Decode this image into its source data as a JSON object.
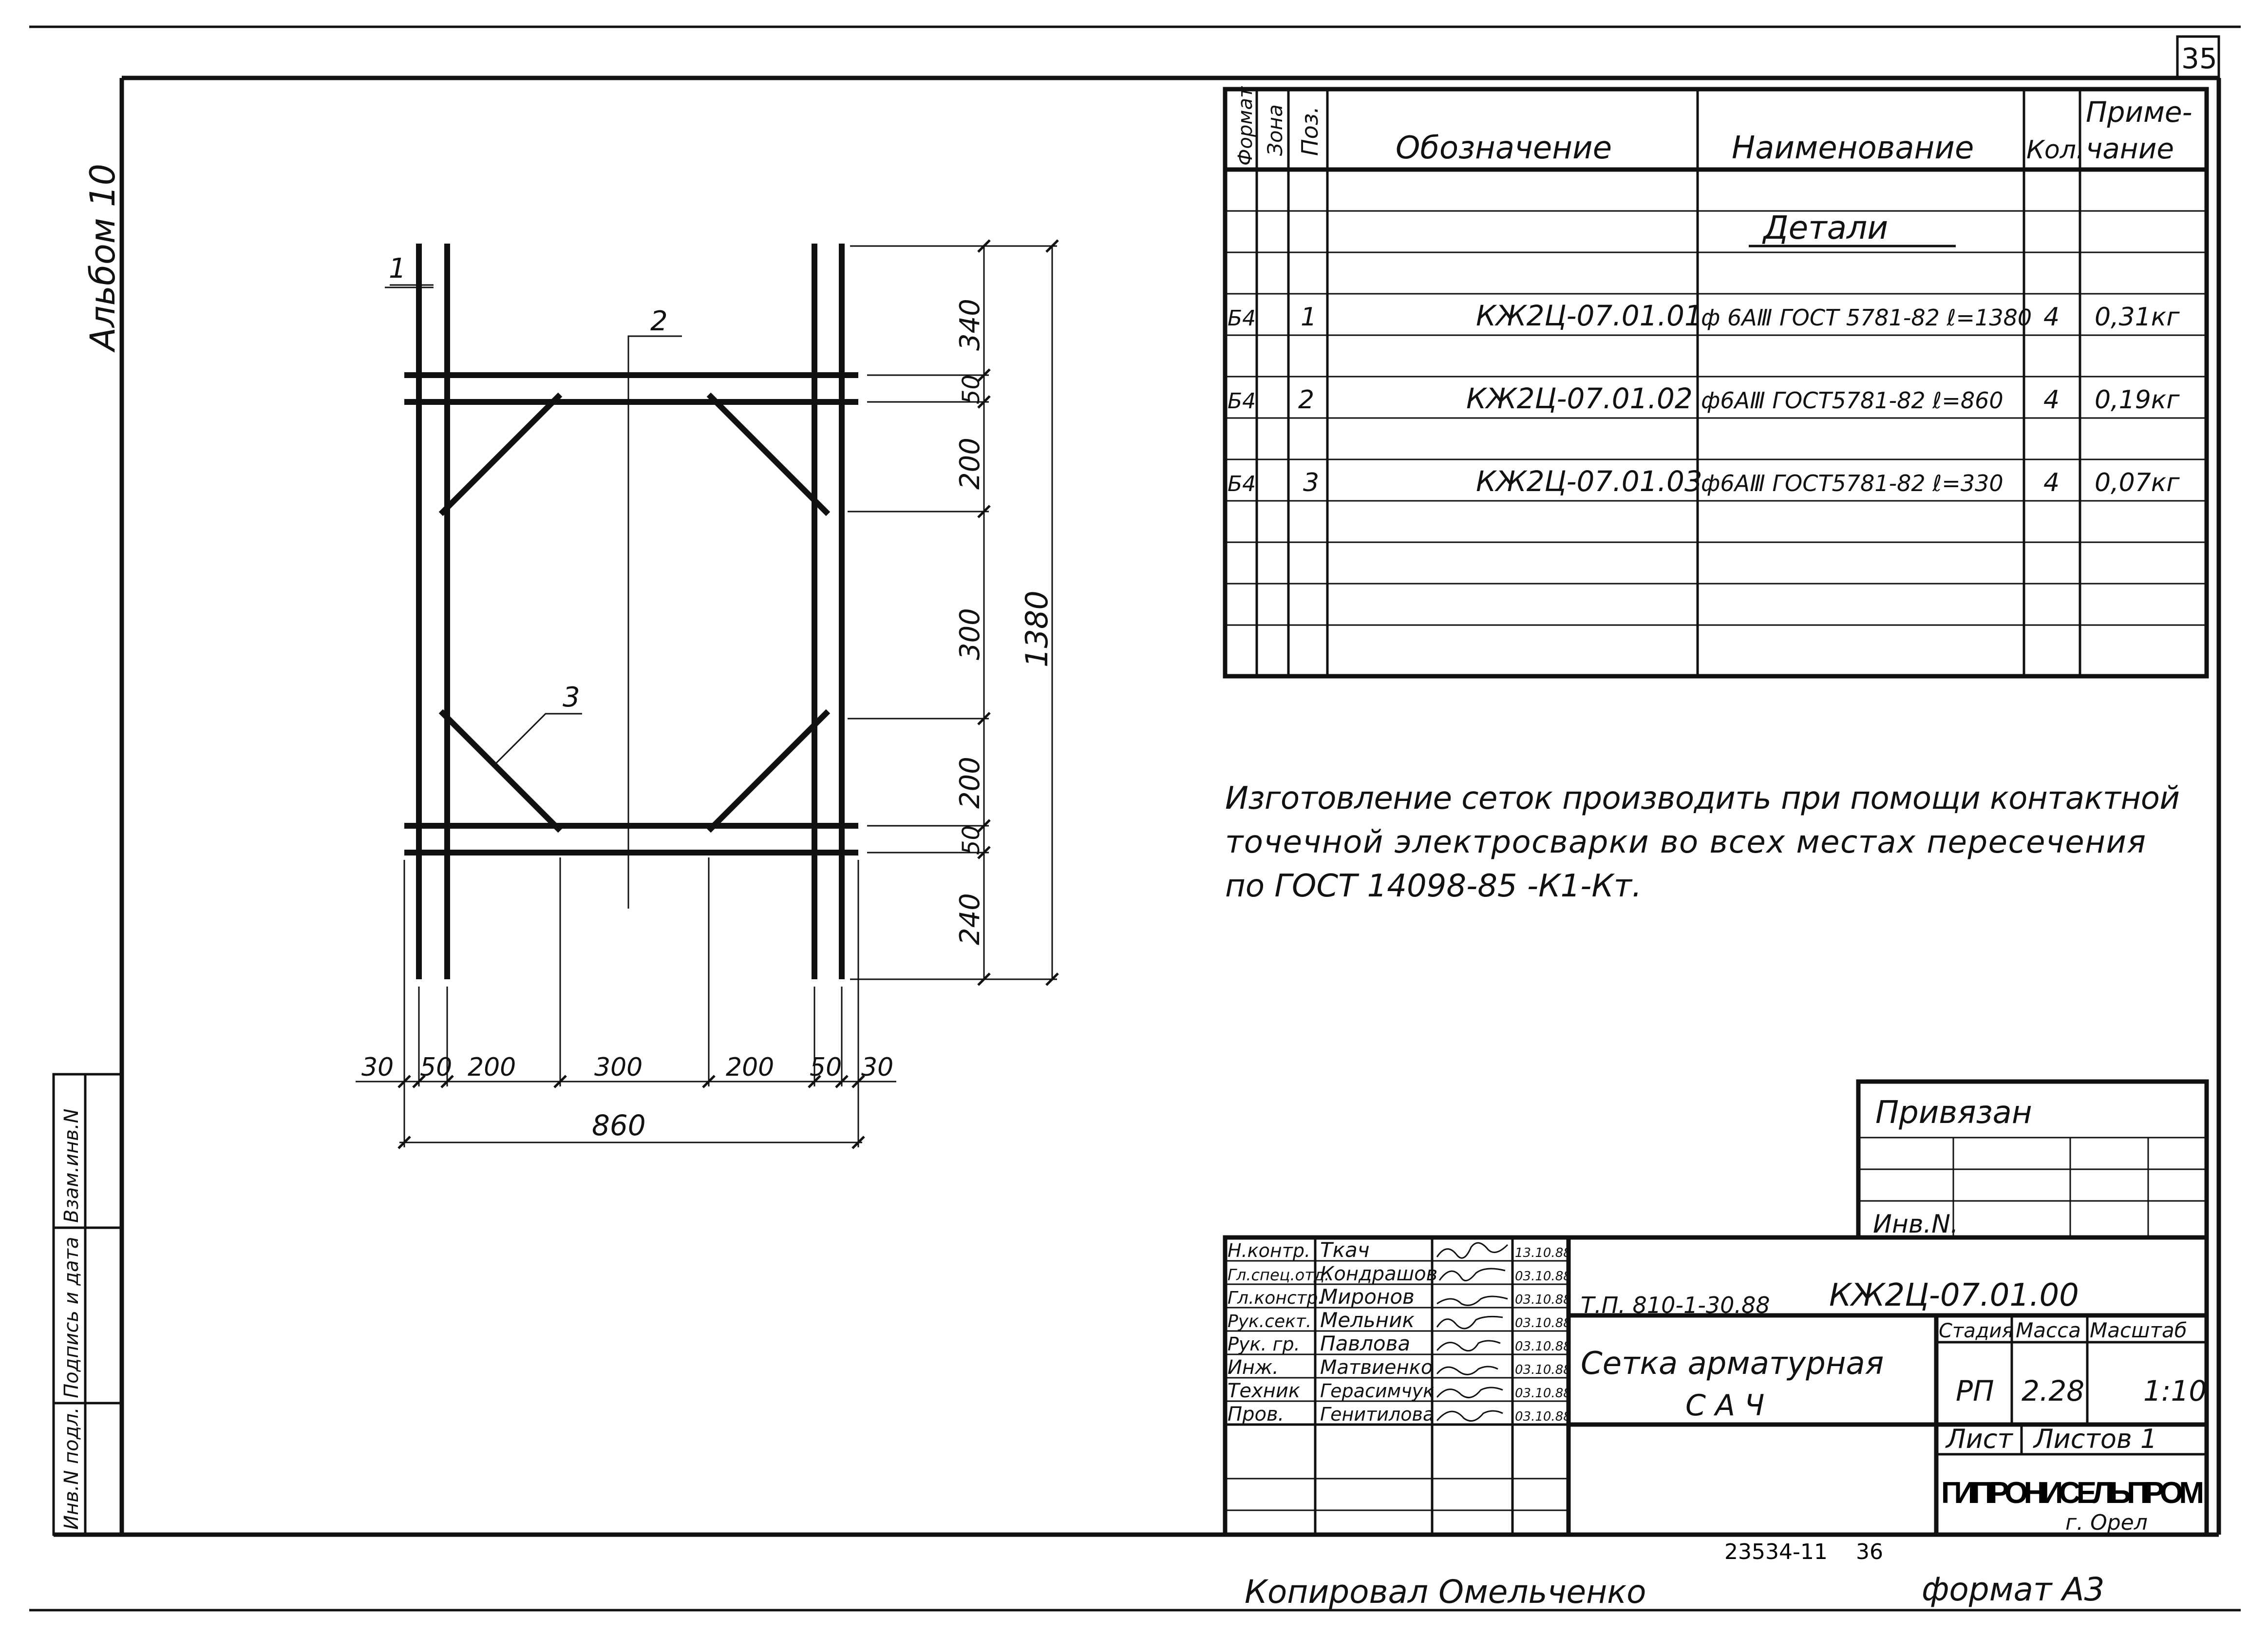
{
  "sheet": {
    "page_number": "35",
    "album": "Альбом 10",
    "copied_by": "Копировал  Омельченко",
    "format": "формат А3",
    "doc_ref": "23534-11",
    "doc_ref_num": "36"
  },
  "left_stamp": {
    "inv_podl": "Инв.N подл.",
    "podpis": "Подпись и дата",
    "vzam": "Взам.инв.N"
  },
  "spec_table": {
    "headers": {
      "format": "Формат",
      "zone": "Зона",
      "pos": "Поз.",
      "designation": "Обозначение",
      "name": "Наименование",
      "qty": "Кол.",
      "note": "Приме-\nчание",
      "note_l1": "Приме-",
      "note_l2": "чание"
    },
    "section_title": "Детали",
    "rows": [
      {
        "format": "Б4",
        "pos": "1",
        "designation": "КЖ2Ц-07.01.01",
        "name": "ф 6АⅢ ГОСТ 5781-82 ℓ=1380",
        "qty": "4",
        "note": "0,31кг"
      },
      {
        "format": "Б4",
        "pos": "2",
        "designation": "КЖ2Ц-07.01.02",
        "name": "ф6АⅢ ГОСТ5781-82 ℓ=860",
        "qty": "4",
        "note": "0,19кг"
      },
      {
        "format": "Б4",
        "pos": "3",
        "designation": "КЖ2Ц-07.01.03",
        "name": "ф6АⅢ ГОСТ5781-82 ℓ=330",
        "qty": "4",
        "note": "0,07кг"
      }
    ]
  },
  "note_text": {
    "line1": "Изготовление сеток производить при помощи контактной",
    "line2": "точечной электросварки во всех местах пересечения",
    "line3": "по ГОСТ 14098-85 -К1-Кт."
  },
  "drawing": {
    "callouts": [
      "1",
      "2",
      "3"
    ],
    "dims_vertical": [
      "340",
      "50",
      "200",
      "300",
      "200",
      "50",
      "240"
    ],
    "dim_total_vertical": "1380",
    "dims_horizontal": [
      "30",
      "50",
      "200",
      "300",
      "200",
      "50",
      "30"
    ],
    "dim_total_horizontal": "860"
  },
  "privyazan": {
    "title": "Привязан",
    "inv": "Инв.N."
  },
  "title_block": {
    "signatures": [
      {
        "role": "Н.контр.",
        "name": "Ткач",
        "date": "13.10.88"
      },
      {
        "role": "Гл.спец.отд.",
        "name": "Кондрашов",
        "date": "03.10.88"
      },
      {
        "role": "Гл.констр.",
        "name": "Миронов",
        "date": "03.10.88"
      },
      {
        "role": "Рук.сект.",
        "name": "Мельник",
        "date": "03.10.88"
      },
      {
        "role": "Рук. гр.",
        "name": "Павлова",
        "date": "03.10.88"
      },
      {
        "role": "Инж.",
        "name": "Матвиенко",
        "date": "03.10.88"
      },
      {
        "role": "Техник",
        "name": "Герасимчук",
        "date": "03.10.88"
      },
      {
        "role": "Пров.",
        "name": "Генитилова",
        "date": "03.10.88"
      }
    ],
    "project": "Т.П. 810-1-30.88",
    "code": "КЖ2Ц-07.01.00",
    "title_l1": "Сетка арматурная",
    "title_l2": "С А Ч",
    "stage_label": "Стадия",
    "mass_label": "Масса",
    "scale_label": "Масштаб",
    "stage": "РП",
    "mass": "2.28",
    "scale": "1:10",
    "sheet_label": "Лист",
    "sheets_label": "Листов 1",
    "org": "ГИПРОНИСЕЛЬПРОМ",
    "city": "г. Орел"
  }
}
